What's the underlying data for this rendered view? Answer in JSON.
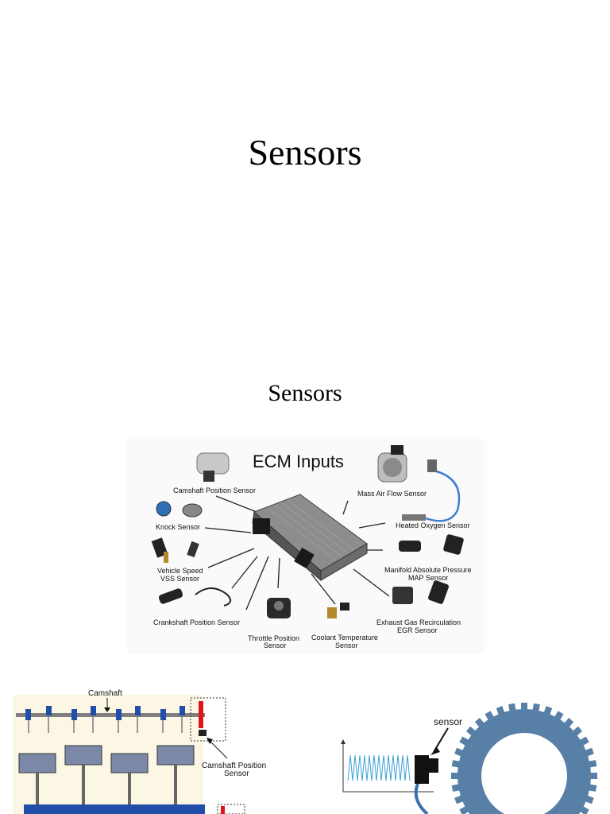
{
  "slide1": {
    "title": "Sensors"
  },
  "slide2": {
    "title": "Sensors"
  },
  "ecm": {
    "heading": "ECM Inputs",
    "labels": {
      "camshaft": "Camshaft Position Sensor",
      "knock": "Knock Sensor",
      "vss1": "Vehicle Speed",
      "vss2": "VSS Sensor",
      "crankshaft": "Crankshaft Position Sensor",
      "throttle1": "Throttle Position",
      "throttle2": "Sensor",
      "coolant1": "Coolant Temperature",
      "coolant2": "Sensor",
      "maf": "Mass Air Flow Sensor",
      "oxygen": "Heated Oxygen Sensor",
      "map1": "Manifold Absolute Pressure",
      "map2": "MAP Sensor",
      "egr1": "Exhaust Gas Recirculation",
      "egr2": "EGR Sensor"
    }
  },
  "camshaft_diagram": {
    "camshaft_label": "Camshaft",
    "sensor_label1": "Camshaft Position",
    "sensor_label2": "Sensor"
  },
  "wheel_diagram": {
    "sensor_label": "sensor"
  },
  "colors": {
    "cam_blue": "#1f4fa8",
    "sensor_red": "#e0141a",
    "wheel": "#587fa6",
    "signal": "#3aa0d8"
  }
}
